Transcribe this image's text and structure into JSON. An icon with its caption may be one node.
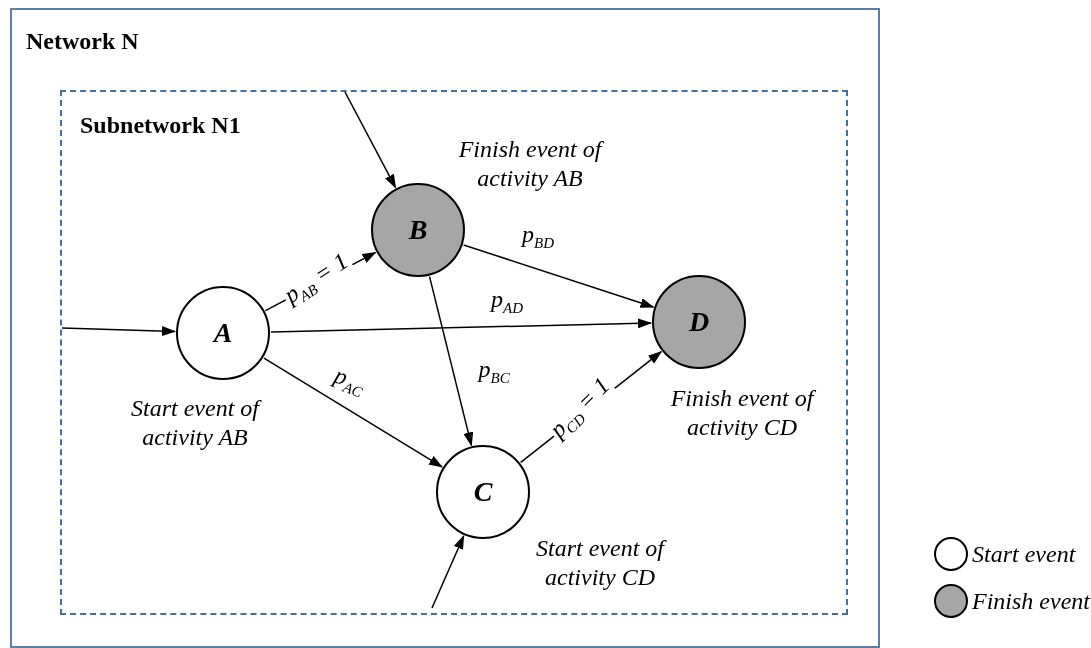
{
  "diagram": {
    "nodes": [
      {
        "text": [
          "Network N"
        ]
      },
      {
        "text": [
          "Subnetwork N1"
        ],
        "in": 0
      },
      {
        "text": [
          "A"
        ],
        "in": 1,
        "beside": [
          "Start event of activity AB"
        ]
      },
      {
        "text": [
          "B"
        ],
        "in": 1,
        "beside": [
          "Finish event of activity AB"
        ]
      },
      {
        "text": [
          "C"
        ],
        "in": 1,
        "beside": [
          "Start event of activity CD"
        ]
      },
      {
        "text": [
          "D"
        ],
        "in": 1,
        "beside": [
          "Finish event of activity CD"
        ]
      }
    ],
    "edges": [
      {
        "from": null,
        "to": 2,
        "arrow": "to"
      },
      {
        "from": null,
        "to": 3,
        "arrow": "to"
      },
      {
        "from": null,
        "to": 4,
        "arrow": "to"
      },
      {
        "from": 2,
        "to": 3,
        "arrow": "to",
        "label": "p$_{AB}$ = 1"
      },
      {
        "from": 2,
        "to": 5,
        "arrow": "to",
        "label": "p$_{AD}$"
      },
      {
        "from": 2,
        "to": 4,
        "arrow": "to",
        "label": "p$_{AC}$"
      },
      {
        "from": 3,
        "to": 5,
        "arrow": "to",
        "label": "p$_{BD}$"
      },
      {
        "from": 3,
        "to": 4,
        "arrow": "to",
        "label": "p$_{BC}$"
      },
      {
        "from": 4,
        "to": 5,
        "arrow": "to",
        "label": "p$_{CD}$ = 1"
      }
    ],
    "legend": [
      {
        "text": "Start event",
        "color": "#ffffff"
      },
      {
        "text": "Finish event",
        "color": "#a6a6a6"
      }
    ]
  }
}
